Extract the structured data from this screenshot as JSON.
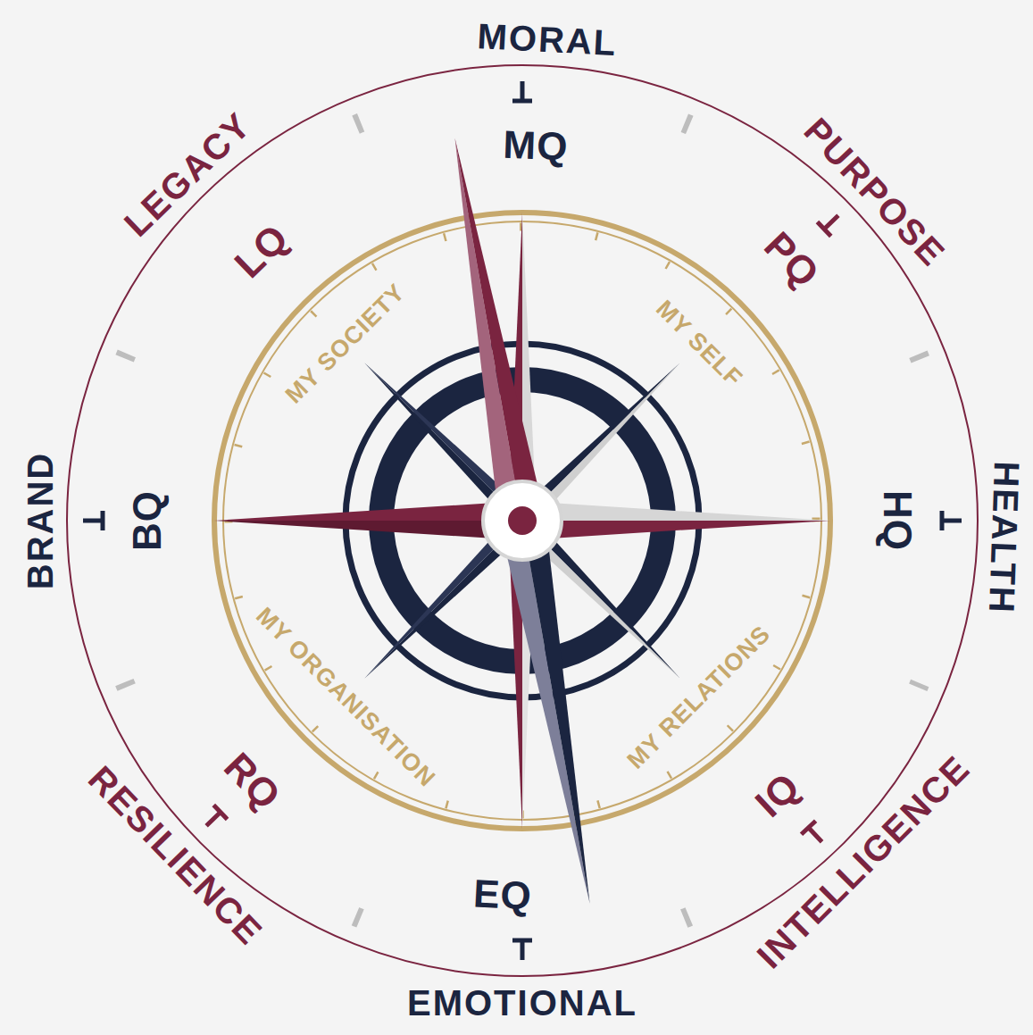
{
  "diagram": {
    "labels": [
      "MORAL",
      "MQ",
      "PURPOSE",
      "PQ",
      "HEALTH",
      "HQ",
      "INTELLIGENCE",
      "IQ",
      "EMOTIONAL",
      "EQ",
      "RESILIENCE",
      "RQ",
      "BRAND",
      "BQ",
      "LEGACY",
      "LQ",
      "MY SELF",
      "MY RELATIONS",
      "MY ORGANISATION",
      "MY SOCIETY"
    ]
  }
}
